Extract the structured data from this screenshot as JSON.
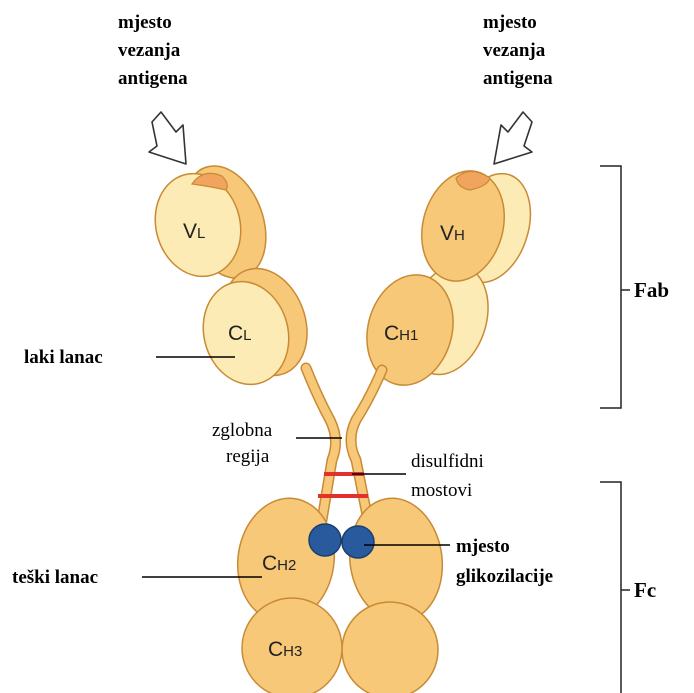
{
  "labels": {
    "antigen_left": [
      "mjesto",
      "vezanja",
      "antigena"
    ],
    "antigen_right": [
      "mjesto",
      "vezanja",
      "antigena"
    ],
    "light_chain": "laki lanac",
    "heavy_chain": "teški lanac",
    "hinge": [
      "zglobna",
      "regija"
    ],
    "disulfide": [
      "disulfidni",
      "mostovi"
    ],
    "glycosylation": [
      "mjesto",
      "glikozilacije"
    ],
    "fab": "Fab",
    "fc": "Fc"
  },
  "domains": {
    "vl": {
      "main": "V",
      "sub": "L"
    },
    "cl": {
      "main": "C",
      "sub": "L"
    },
    "vh": {
      "main": "V",
      "sub": "H"
    },
    "ch1": {
      "main": "C",
      "sub": "H1"
    },
    "ch2": {
      "main": "C",
      "sub": "H2"
    },
    "ch3": {
      "main": "C",
      "sub": "H3"
    }
  },
  "colors": {
    "heavy": "#f6c877",
    "heavy_dark": "#eaa94a",
    "light": "#fdebb5",
    "tip": "#f0a45e",
    "disulfide": "#e0312c",
    "glycan": "#2a5a9e",
    "outline": "#c98a35"
  }
}
